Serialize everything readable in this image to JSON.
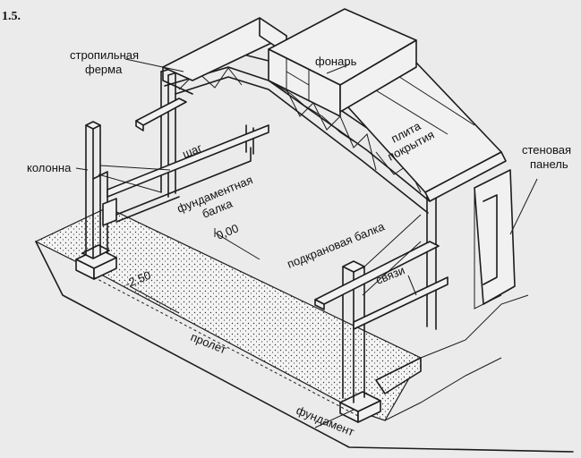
{
  "figure": {
    "number": "1.5.",
    "labels": {
      "truss": "стропильная\nферма",
      "lantern": "фонарь",
      "column": "колонна",
      "step": "шаг",
      "foundation_beam": "фундаментная\nбалка",
      "roof_slab": "плита\nпокрытия",
      "wall_panel": "стеновая\nпанель",
      "crane_beam": "подкрановая балка",
      "level_zero": "0,00",
      "level_minus": "-2,50",
      "bracing": "связи",
      "span": "пролет",
      "foundation": "фундамент"
    }
  }
}
